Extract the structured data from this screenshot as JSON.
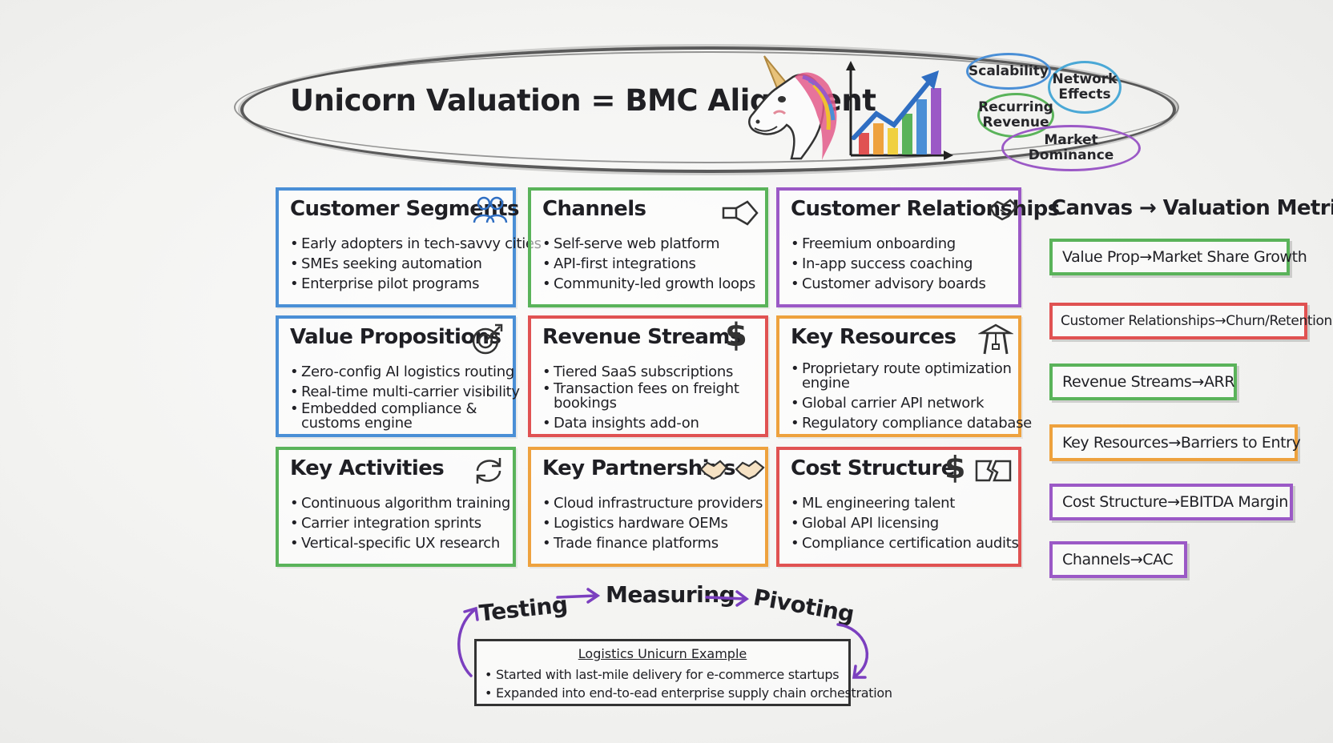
{
  "header": {
    "title": "Unicorn Valuation = BMC Alignment",
    "bubbles": [
      "Scalability",
      "Network Effects",
      "Recurring Revenue",
      "Market Dominance"
    ]
  },
  "canvas": {
    "customer_segments": {
      "title": "Customer Segments",
      "items": [
        "Early adopters in tech-savvy cities",
        "SMEs seeking automation",
        "Enterprise pilot programs"
      ],
      "color": "#4a8fd6",
      "icon": "people-icon"
    },
    "channels": {
      "title": "Channels",
      "items": [
        "Self-serve web platform",
        "API-first integrations",
        "Community-led growth loops"
      ],
      "color": "#5ab35a",
      "icon": "megaphone-icon"
    },
    "customer_relationships": {
      "title": "Customer Relationships",
      "items": [
        "Freemium onboarding",
        "In-app success coaching",
        "Customer advisory boards"
      ],
      "color": "#9b59c6",
      "icon": "handshake-icon"
    },
    "value_propositions": {
      "title": "Value Propositions",
      "items": [
        "Zero-config AI logistics routing",
        "Real-time multi-carrier visibility",
        "Embedded compliance & customs engine"
      ],
      "color": "#4a8fd6",
      "icon": "target-icon"
    },
    "revenue_streams": {
      "title": "Revenue Streams",
      "items": [
        "Tiered SaaS subscriptions",
        "Transaction fees on freight bookings",
        "Data insights add-on"
      ],
      "color": "#e05252",
      "icon": "dollar-icon"
    },
    "key_resources": {
      "title": "Key Resources",
      "items": [
        "Proprietary route optimization engine",
        "Global carrier API network",
        "Regulatory compliance database"
      ],
      "color": "#eea23e",
      "icon": "crane-icon"
    },
    "key_activities": {
      "title": "Key Activities",
      "items": [
        "Continuous algorithm training",
        "Carrier integration sprints",
        "Vertical-specific UX research"
      ],
      "color": "#5ab35a",
      "icon": "cycle-icon"
    },
    "key_partnerships": {
      "title": "Key Partnerships",
      "items": [
        "Cloud infrastructure providers",
        "Logistics hardware OEMs",
        "Trade finance platforms"
      ],
      "color": "#eea23e",
      "icon": "handshake-icon"
    },
    "cost_structure": {
      "title": "Cost Structure",
      "items": [
        "ML engineering talent",
        "Global API licensing",
        "Compliance certification audits"
      ],
      "color": "#e05252",
      "icon": "dollar-broken-icon"
    }
  },
  "metrics": {
    "title": "Canvas → Valuation Metrics",
    "items": [
      {
        "label": "Value Prop→Market Share Growth",
        "color": "#5ab35a"
      },
      {
        "label": "Customer Relationships→Churn/Retention",
        "color": "#e05252"
      },
      {
        "label": "Revenue Streams→ARR",
        "color": "#5ab35a"
      },
      {
        "label": "Key Resources→Barriers to Entry",
        "color": "#eea23e"
      },
      {
        "label": "Cost Structure→EBITDA Margin",
        "color": "#9b59c6"
      },
      {
        "label": "Channels→CAC",
        "color": "#9b59c6"
      }
    ]
  },
  "cycle": {
    "steps": [
      "Testing",
      "Measuring",
      "Pivoting"
    ],
    "arrow_color": "#7b3fbf"
  },
  "example": {
    "title": "Logistics Unicurn Example",
    "items": [
      "Started with last-mile delivery for e-commerce startups",
      "Expanded into end-to-ead enterprise supply chain orchestration"
    ]
  }
}
